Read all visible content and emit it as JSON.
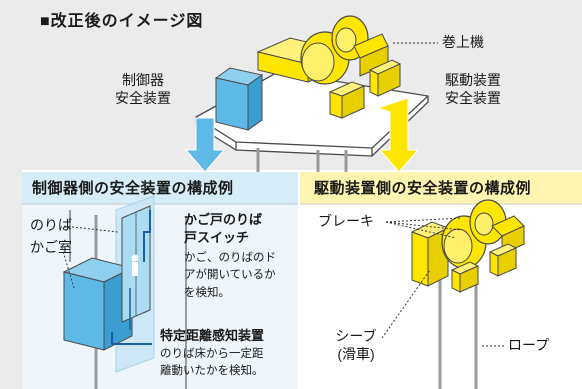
{
  "title": "■改正後のイメージ図",
  "top": {
    "hoist_label": "巻上機",
    "controller_label_1": "制御器",
    "controller_label_2": "安全装置",
    "drive_label_1": "駆動装置",
    "drive_label_2": "安全装置"
  },
  "left_panel": {
    "header": "制御器側の安全装置の構成例",
    "landing_label": "のりば",
    "car_label": "かご室",
    "switch_title_1": "かご戸のりば",
    "switch_title_2": "戸スイッチ",
    "switch_desc_1": "かご、のりばのド",
    "switch_desc_2": "アが開いているか",
    "switch_desc_3": "を検知。",
    "sensor_title": "特定距離感知装置",
    "sensor_desc_1": "のりば床から一定距",
    "sensor_desc_2": "離動いたかを検知。"
  },
  "right_panel": {
    "header": "駆動装置側の安全装置の構成例",
    "brake_label": "ブレーキ",
    "sheave_label_1": "シーブ",
    "sheave_label_2": "(滑車)",
    "rope_label": "ロープ"
  },
  "colors": {
    "yellow": "#ffe600",
    "blue": "#5fb9e6",
    "light_blue": "#d6ecf7",
    "grey_bg": "#ebebeb",
    "panel_bg": "#f4f9fc",
    "outline": "#4a4a4a"
  }
}
